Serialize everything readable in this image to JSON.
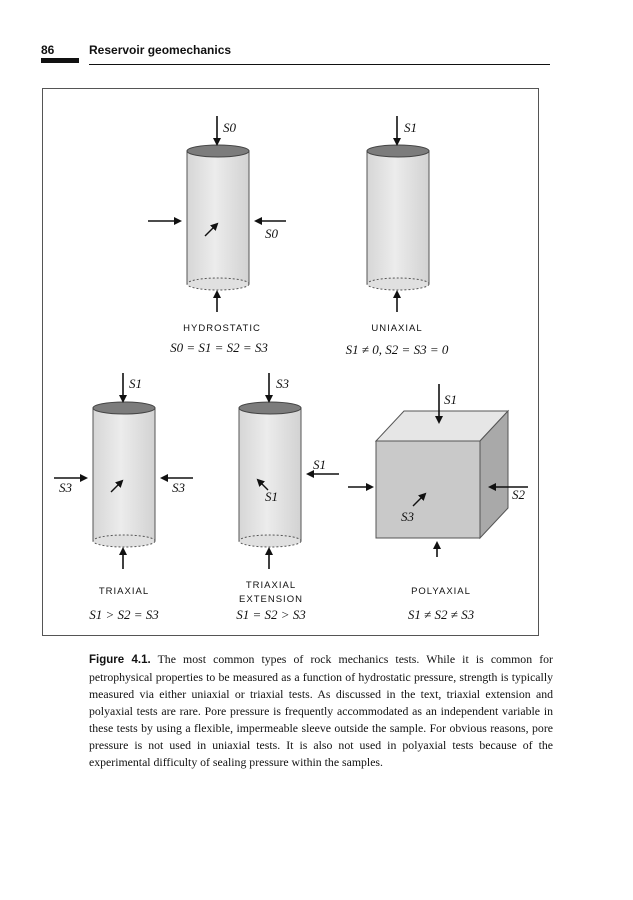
{
  "header": {
    "page_number": "86",
    "running_title": "Reservoir geomechanics"
  },
  "figure": {
    "hydrostatic": {
      "label": "HYDROSTATIC",
      "top_stress": "S0",
      "side_stress": "S0",
      "equation": "S0 = S1 = S2 = S3"
    },
    "uniaxial": {
      "label": "UNIAXIAL",
      "top_stress": "S1",
      "equation": "S1 ≠ 0, S2 = S3 = 0"
    },
    "triaxial": {
      "label": "TRIAXIAL",
      "top_stress": "S1",
      "left_stress": "S3",
      "right_stress": "S3",
      "equation": "S1 > S2 = S3"
    },
    "triaxial_extension": {
      "label_line1": "TRIAXIAL",
      "label_line2": "EXTENSION",
      "top_stress": "S3",
      "side_stress": "S1",
      "inner_stress": "S1",
      "equation": "S1 = S2 > S3"
    },
    "polyaxial": {
      "label": "POLYAXIAL",
      "top_stress": "S1",
      "right_stress": "S2",
      "inner_stress": "S3",
      "equation": "S1 ≠ S2 ≠ S3"
    }
  },
  "caption": {
    "label": "Figure 4.1.",
    "text": "The most common types of rock mechanics tests. While it is common for petrophysical properties to be measured as a function of hydrostatic pressure, strength is typically measured via either uniaxial or triaxial tests. As discussed in the text, triaxial extension and polyaxial tests are rare. Pore pressure is frequently accommodated as an independent variable in these tests by using a flexible, impermeable sleeve outside the sample. For obvious reasons, pore pressure is not used in uniaxial tests. It is also not used in polyaxial tests because of the experimental difficulty of sealing pressure within the samples."
  },
  "colors": {
    "cylinder_body": "#e4e4e4",
    "cylinder_top": "#7c7c7c",
    "cube_front": "#c9c9c9",
    "cube_top": "#e6e6e6",
    "cube_side": "#a9a9a9"
  }
}
